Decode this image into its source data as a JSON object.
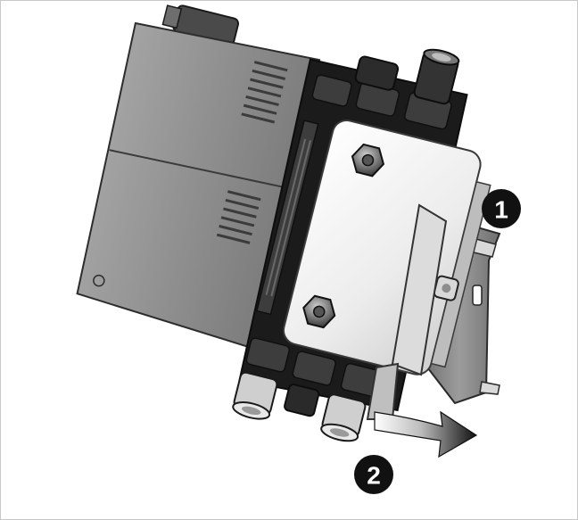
{
  "figure": {
    "subject": "module-dismount-from-din-rail",
    "icons": [
      "din-rail",
      "mounting-bracket",
      "electronic-module",
      "release-arrow"
    ],
    "colors": {
      "housing": "#8c8c8c",
      "housing_dark": "#5e5e5e",
      "frame_black": "#1b1b1b",
      "plate": "#e8e8e8",
      "rail": "#8a8a8a",
      "arrow": "#111111"
    }
  },
  "steps": [
    {
      "number": "1"
    },
    {
      "number": "2"
    }
  ]
}
